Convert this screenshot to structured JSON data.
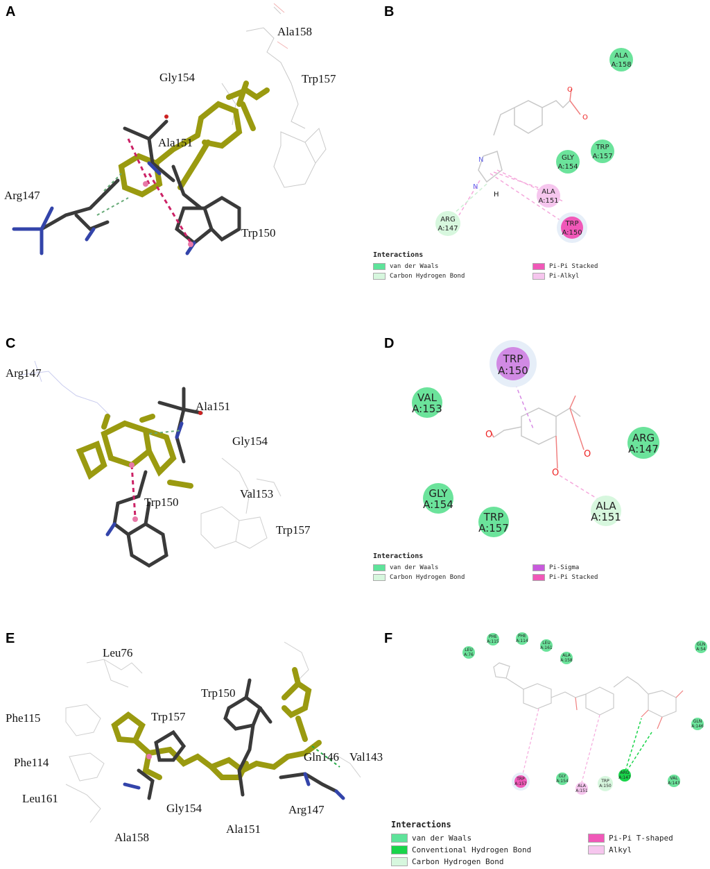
{
  "panels": {
    "A": {
      "label": "A",
      "residues": [
        "Ala158",
        "Gly154",
        "Trp157",
        "Ala151",
        "Arg147",
        "Trp150"
      ]
    },
    "B": {
      "label": "B",
      "nodes": [
        {
          "name": "ALA",
          "id": "A:158"
        },
        {
          "name": "TRP",
          "id": "A:157"
        },
        {
          "name": "GLY",
          "id": "A:154"
        },
        {
          "name": "ALA",
          "id": "A:151"
        },
        {
          "name": "ARG",
          "id": "A:147"
        },
        {
          "name": "TRP",
          "id": "A:150"
        }
      ],
      "atoms": {
        "n1": "N",
        "n2": "N",
        "h": "H",
        "o1": "O",
        "o2": "O"
      },
      "legend": {
        "title": "Interactions",
        "items": [
          {
            "label": "van der Waals",
            "color": "#5ee39a"
          },
          {
            "label": "Carbon Hydrogen Bond",
            "color": "#d7f7de"
          },
          {
            "label": "Pi-Pi Stacked",
            "color": "#f058b8"
          },
          {
            "label": "Pi-Alkyl",
            "color": "#f6c6ee"
          }
        ]
      }
    },
    "C": {
      "label": "C",
      "residues": [
        "Arg147",
        "Ala151",
        "Gly154",
        "Val153",
        "Trp150",
        "Trp157"
      ]
    },
    "D": {
      "label": "D",
      "nodes": [
        {
          "name": "TRP",
          "id": "A:150"
        },
        {
          "name": "VAL",
          "id": "A:153"
        },
        {
          "name": "ARG",
          "id": "A:147"
        },
        {
          "name": "GLY",
          "id": "A:154"
        },
        {
          "name": "TRP",
          "id": "A:157"
        },
        {
          "name": "ALA",
          "id": "A:151"
        }
      ],
      "atoms": {
        "o1": "O",
        "o2": "O",
        "o3": "O"
      },
      "legend": {
        "title": "Interactions",
        "items": [
          {
            "label": "van der Waals",
            "color": "#5ee39a"
          },
          {
            "label": "Carbon Hydrogen Bond",
            "color": "#d7f7de"
          },
          {
            "label": "Pi-Sigma",
            "color": "#c85adc"
          },
          {
            "label": "Pi-Pi Stacked",
            "color": "#f058b8"
          }
        ]
      }
    },
    "E": {
      "label": "E",
      "residues": [
        "Leu76",
        "Trp150",
        "Phe115",
        "Trp157",
        "Gln146",
        "Val143",
        "Phe114",
        "Leu161",
        "Gly154",
        "Arg147",
        "Ala158",
        "Ala151"
      ]
    },
    "F": {
      "label": "F",
      "nodes": [
        {
          "name": "PHE",
          "id": "A:115"
        },
        {
          "name": "PHE",
          "id": "A:114"
        },
        {
          "name": "LEU",
          "id": "A:161"
        },
        {
          "name": "LEU",
          "id": "A:76"
        },
        {
          "name": "ALA",
          "id": "A:158"
        },
        {
          "name": "GLN",
          "id": "A:54"
        },
        {
          "name": "GLN",
          "id": "A:146"
        },
        {
          "name": "TRP",
          "id": "A:157"
        },
        {
          "name": "GLY",
          "id": "A:154"
        },
        {
          "name": "ALA",
          "id": "A:151"
        },
        {
          "name": "TRP",
          "id": "A:150"
        },
        {
          "name": "ARG",
          "id": "A:147"
        },
        {
          "name": "VAL",
          "id": "A:143"
        }
      ],
      "legend": {
        "title": "Interactions",
        "items": [
          {
            "label": "van der Waals",
            "color": "#5ee39a"
          },
          {
            "label": "Conventional Hydrogen Bond",
            "color": "#19d44a"
          },
          {
            "label": "Carbon Hydrogen Bond",
            "color": "#d7f7de"
          },
          {
            "label": "Pi-Pi T-shaped",
            "color": "#f058b8"
          },
          {
            "label": "Alkyl",
            "color": "#f6c6ee"
          }
        ]
      }
    }
  }
}
